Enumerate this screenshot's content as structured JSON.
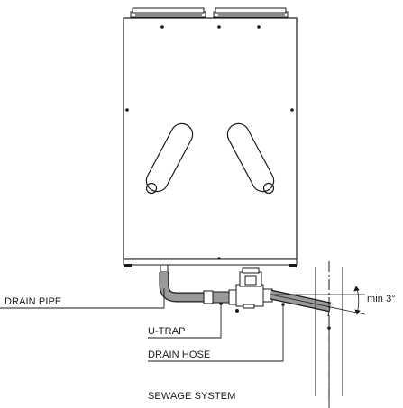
{
  "labels": {
    "drain_pipe": "DRAIN PIPE",
    "u_trap": "U-TRAP",
    "drain_hose": "DRAIN HOSE",
    "sewage_system": "SEWAGE SYSTEM",
    "slope": "min 3°"
  },
  "colors": {
    "line": "#1a1a1a",
    "pipe_fill": "#9a9a9a",
    "background": "#ffffff"
  }
}
